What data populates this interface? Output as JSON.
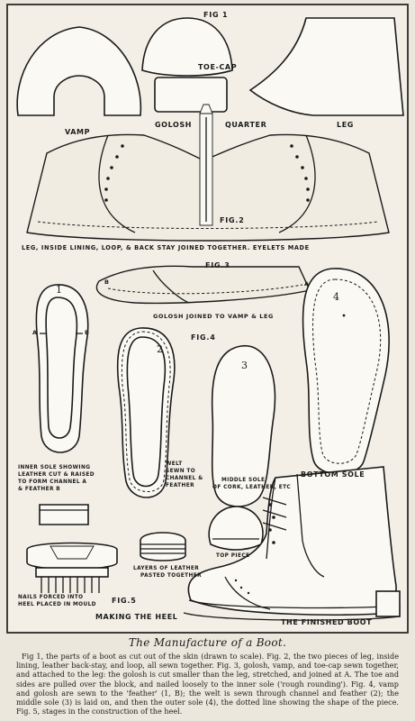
{
  "figure": {
    "labels": {
      "fig1": "FIG 1",
      "toe_cap": "TOE-CAP",
      "vamp": "VAMP",
      "golosh": "GOLOSH",
      "quarter": "QUARTER",
      "leg": "LEG",
      "fig2": "FIG.2",
      "fig2_caption": "LEG, INSIDE LINING, LOOP, & BACK STAY JOINED TOGETHER. EYELETS MADE",
      "fig3": "FIG.3",
      "fig3_b": "B",
      "fig3_a": "A",
      "fig3_caption": "GOLOSH JOINED TO VAMP & LEG",
      "num1": "1",
      "a_mark": "A",
      "b_mark": "B",
      "inner_sole_1": "INNER SOLE SHOWING",
      "inner_sole_2": "LEATHER CUT & RAISED",
      "inner_sole_3": "TO FORM CHANNEL A",
      "inner_sole_4": "& FEATHER B",
      "num2": "2",
      "welt_1": "WELT",
      "welt_2": "SEWN TO",
      "welt_3": "CHANNEL &",
      "welt_4": "FEATHER",
      "fig4": "FIG.4",
      "num3": "3",
      "middle_1": "MIDDLE SOLE",
      "middle_2": "OF CORK, LEATHER, ETC",
      "num4": "4",
      "bottom_sole": "BOTTOM SOLE",
      "top_piece": "TOP PIECE",
      "layers_1": "LAYERS OF LEATHER",
      "layers_2": "PASTED TOGETHER",
      "nails_1": "NAILS FORCED INTO",
      "nails_2": "HEEL PLACED IN MOULD",
      "fig5": "FIG.5",
      "making_heel": "MAKING THE HEEL",
      "finished_boot": "THE FINISHED BOOT"
    }
  },
  "title": "The Manufacture of a Boot.",
  "caption": "Fig 1, the parts of a boot as cut out of the skin (drawn to scale). Fig. 2, the two pieces of leg, inside lining, leather back-stay, and loop, all sewn together. Fig. 3, golosh, vamp, and toe-cap sewn together, and attached to the leg: the golosh is cut smaller than the leg, stretched, and joined at A. The toe and sides are pulled over the block, and nailed loosely to the inner sole ('rough rounding'). Fig. 4, vamp and golosh are sewn to the 'feather' (1, B); the welt is sewn through channel and feather (2); the middle sole (3) is laid on, and then the outer sole (4), the dotted line showing the shape of the piece. Fig. 5, stages in the construction of the heel."
}
